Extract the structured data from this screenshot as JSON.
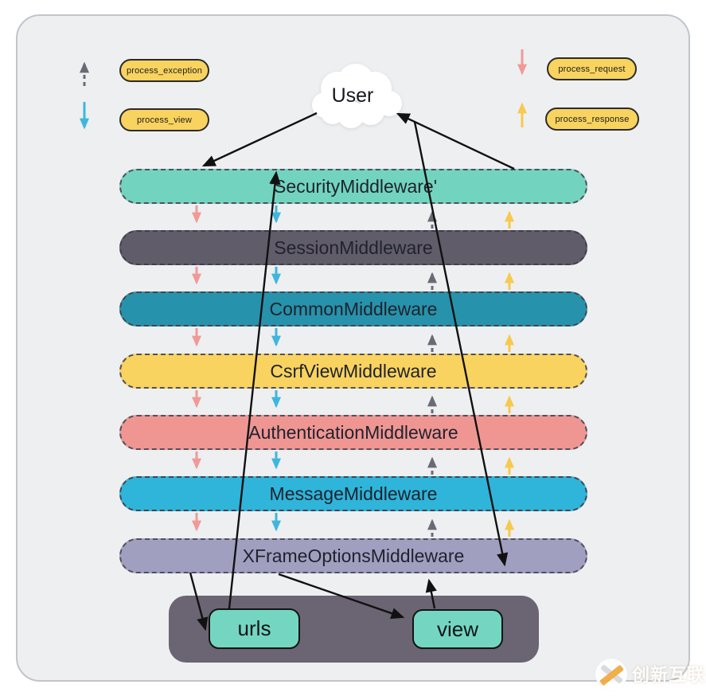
{
  "legend": {
    "process_exception": "process_exception",
    "process_view": "process_view",
    "process_request": "process_request",
    "process_response": "process_response"
  },
  "user": {
    "label": "User"
  },
  "middlewares": [
    {
      "label": "‘SecurityMiddleware'",
      "color": "#72d4be"
    },
    {
      "label": "SessionMiddleware",
      "color": "#615c69"
    },
    {
      "label": "CommonMiddleware",
      "color": "#2792ab"
    },
    {
      "label": "CsrfViewMiddleware",
      "color": "#f9d35f"
    },
    {
      "label": "AuthenticationMiddleware",
      "color": "#ef9693"
    },
    {
      "label": "MessageMiddleware",
      "color": "#2fb4da"
    },
    {
      "label": "XFrameOptionsMiddleware",
      "color": "#a19fc0"
    }
  ],
  "bottom": {
    "urls": "urls",
    "view": "view",
    "container_color": "#6b6472",
    "box_color": "#74d6c1"
  },
  "arrow_colors": {
    "process_request": "#f09a98",
    "process_view": "#3fb6dd",
    "process_exception": "#6a6a76",
    "process_response": "#f7c94d",
    "flow": "#111111"
  },
  "watermark": {
    "brand": "创新互联"
  }
}
